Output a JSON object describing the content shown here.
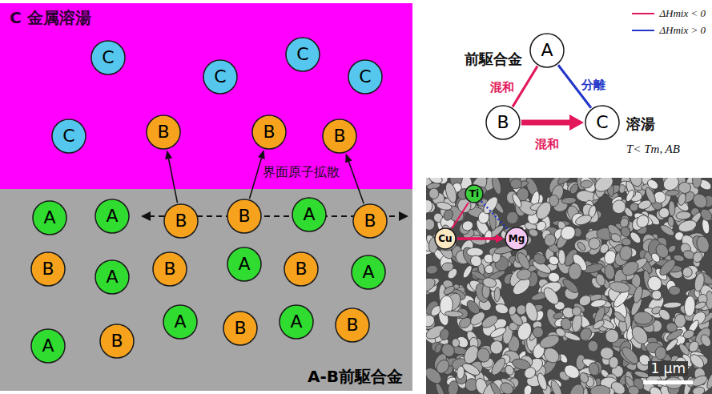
{
  "diagram": {
    "nodes": [
      {
        "text": [
          "C 金属溶湯"
        ]
      },
      {
        "text": [
          "C"
        ],
        "in": 0
      },
      {
        "text": [
          "C"
        ],
        "in": 0
      },
      {
        "text": [
          "C"
        ],
        "in": 0
      },
      {
        "text": [
          "C"
        ],
        "in": 0
      },
      {
        "text": [
          "C"
        ],
        "in": 0
      },
      {
        "text": [
          "B"
        ],
        "in": 0
      },
      {
        "text": [
          "B"
        ],
        "in": 0
      },
      {
        "text": [
          "B"
        ],
        "in": 0
      },
      {
        "text": [
          "A-B前駆合金"
        ]
      },
      {
        "text": [
          "A"
        ],
        "in": 9
      },
      {
        "text": [
          "A"
        ],
        "in": 9
      },
      {
        "text": [
          "B"
        ],
        "in": 9
      },
      {
        "text": [
          "B"
        ],
        "in": 9
      },
      {
        "text": [
          "A"
        ],
        "in": 9
      },
      {
        "text": [
          "B"
        ],
        "in": 9
      },
      {
        "text": [
          "B"
        ],
        "in": 9
      },
      {
        "text": [
          "A"
        ],
        "in": 9
      },
      {
        "text": [
          "B"
        ],
        "in": 9
      },
      {
        "text": [
          "A"
        ],
        "in": 9
      },
      {
        "text": [
          "B"
        ],
        "in": 9
      },
      {
        "text": [
          "A"
        ],
        "in": 9
      },
      {
        "text": [
          "A"
        ],
        "in": 9
      },
      {
        "text": [
          "B"
        ],
        "in": 9
      },
      {
        "text": [
          "A"
        ],
        "in": 9
      },
      {
        "text": [
          "B"
        ],
        "in": 9
      },
      {
        "text": [
          "A"
        ],
        "in": 9
      },
      {
        "text": [
          "B"
        ],
        "in": 9
      },
      {
        "text": [
          "A"
        ]
      },
      {
        "text": [
          "B"
        ]
      },
      {
        "text": [
          "C"
        ]
      },
      {
        "text": [
          "1 μm"
        ]
      },
      {
        "text": [
          "Ti"
        ],
        "in": 31
      },
      {
        "text": [
          "Cu"
        ],
        "in": 31
      },
      {
        "text": [
          "Mg"
        ],
        "in": 31
      }
    ],
    "edges": [
      {
        "from": 12,
        "to": 6,
        "arrow": "to"
      },
      {
        "from": 13,
        "to": 7,
        "arrow": "to"
      },
      {
        "from": 15,
        "to": 8,
        "arrow": "to"
      },
      {
        "from": 28,
        "to": 29,
        "label": "混和",
        "arrow": "none"
      },
      {
        "from": 28,
        "to": 30,
        "label": "分離",
        "arrow": "none"
      },
      {
        "from": 29,
        "to": 30,
        "label": "混和",
        "arrow": "to"
      },
      {
        "from": 32,
        "to": 33,
        "arrow": "none"
      },
      {
        "from": 32,
        "to": 34,
        "arrow": "none"
      },
      {
        "from": 33,
        "to": 34,
        "arrow": "to"
      }
    ],
    "labels": [
      "界面原子拡散",
      "前駆合金",
      "溶湯",
      "T< Tm, AB"
    ],
    "legend": [
      {
        "text": "ΔHmix < 0"
      },
      {
        "text": "ΔHmix > 0"
      }
    ]
  }
}
